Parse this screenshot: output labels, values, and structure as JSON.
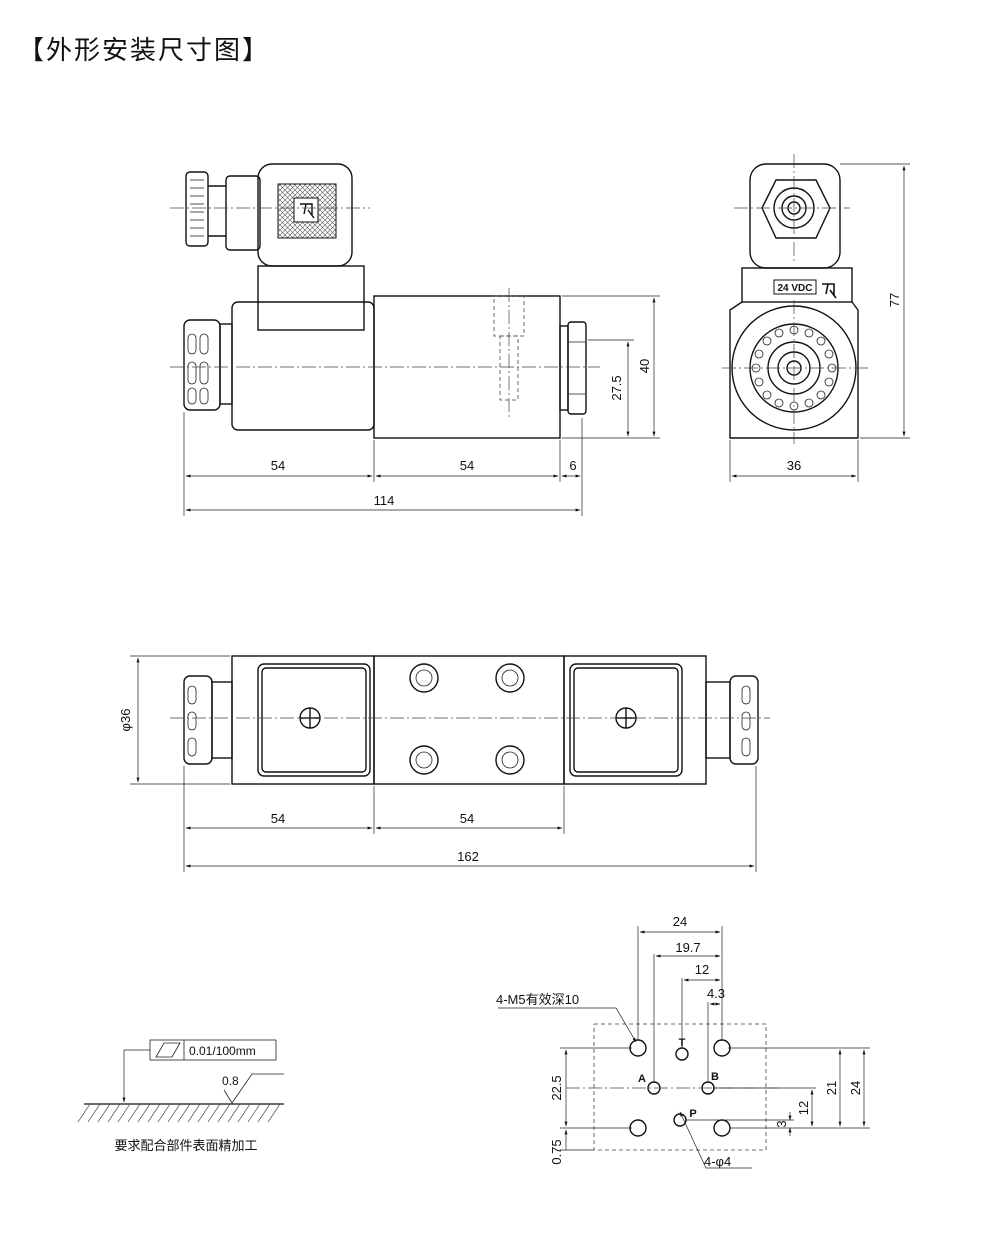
{
  "title": "【外形安装尺寸图】",
  "side_view": {
    "dims": {
      "left": "54",
      "middle": "54",
      "end": "6",
      "overall": "114",
      "height_40": "40",
      "height_27_5": "27.5"
    }
  },
  "end_view": {
    "label": "24 VDC",
    "dims": {
      "width": "36",
      "height": "77"
    }
  },
  "top_view": {
    "dims": {
      "dia": "φ36",
      "left": "54",
      "middle": "54",
      "overall": "162"
    }
  },
  "interface": {
    "dims": {
      "d24": "24",
      "d19_7": "19.7",
      "d12": "12",
      "d4_3": "4.3",
      "v22_5": "22.5",
      "v0_75": "0.75",
      "v21": "21",
      "v24": "24",
      "v12": "12",
      "v3": "3"
    },
    "thread_note": "4-M5有效深10",
    "holes_note": "4-φ4",
    "ports": {
      "p": "P",
      "a": "A",
      "b": "B",
      "t": "T"
    }
  },
  "surface": {
    "flatness": "0.01/100mm",
    "roughness": "0.8",
    "note": "要求配合部件表面精加工"
  }
}
